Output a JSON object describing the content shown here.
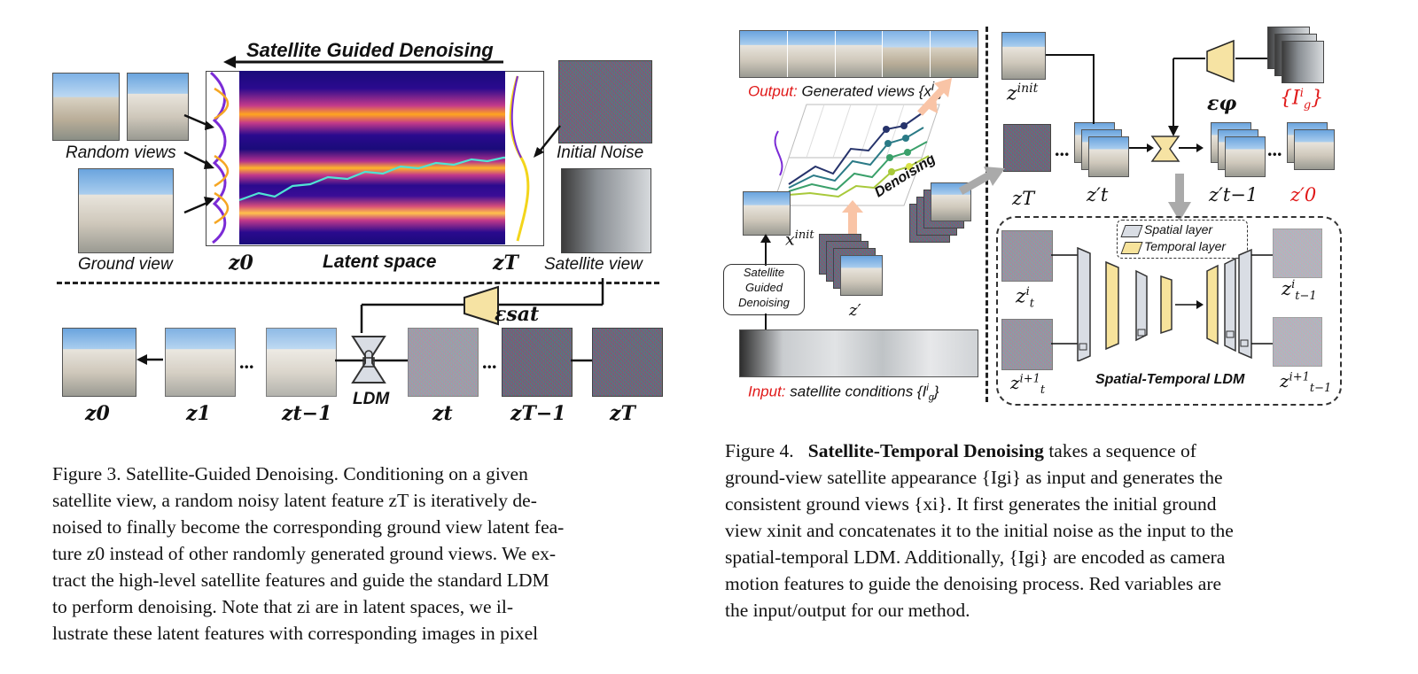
{
  "figure3": {
    "title": "Satellite Guided Denoising",
    "random_views_label": "Random views",
    "ground_view_label": "Ground view",
    "initial_noise_label": "Initial Noise",
    "satellite_view_label": "Satellite view",
    "latent_space_label": "Latent space",
    "z0_label": "z0",
    "zT_label": "zT",
    "encoder_label": "εsat",
    "ldm_label": "LDM",
    "ellipsis": "...",
    "chain_labels": [
      "z0",
      "z1",
      "zt−1",
      "zt",
      "zT−1",
      "zT"
    ],
    "caption_lines": [
      "Figure 3. Satellite-Guided Denoising. Conditioning on a given",
      "satellite view, a random noisy latent feature zT is iteratively de-",
      "noised to finally become the corresponding ground view latent fea-",
      "ture z0 instead of other randomly generated ground views. We ex-",
      "tract the high-level satellite features and guide the standard LDM",
      "to perform denoising.  Note that zi are in latent spaces, we il-",
      "lustrate these latent features with corresponding images in pixel"
    ]
  },
  "figure4": {
    "output_label": "Output:",
    "output_text": "Generated views {x",
    "output_sup": "i",
    "output_close": " }",
    "input_label": "Input:",
    "input_text": "satellite conditions {I",
    "input_sub": "g",
    "input_sup": "i",
    "input_close": "}",
    "x_init_label": "x",
    "x_init_sup": "init",
    "sgd_box": "Satellite Guided Denoising",
    "z_prime_label": "z′",
    "denoising_label": "Denoising",
    "z_init_label": "z",
    "z_init_sup": "init",
    "zT_label": "zT",
    "zt_prime_label": "z′t",
    "zt1_prime_label": "z′t−1",
    "z0_prime_label": "z′0",
    "encoder_label": "εφ",
    "cond_label": "{I",
    "cond_sub": "g",
    "cond_sup": "i",
    "cond_close": "}",
    "legend_spatial": "Spatial layer",
    "legend_temporal": "Temporal layer",
    "zti_label": "z",
    "zti_sub": "t",
    "zti_sup": "i",
    "zti1_sup": "i+1",
    "out_i_label": "z",
    "out_sub": "t−1",
    "out_sup_i": "i",
    "out_sup_i1": "i+1",
    "st_ldm_label": "Spatial-Temporal LDM",
    "caption_fig": "Figure 4.",
    "caption_bold": "Satellite-Temporal Denoising",
    "caption_lines": [
      "takes a sequence of",
      "ground-view satellite appearance {Igi} as input and generates the",
      "consistent ground views {xi}. It first generates the initial ground",
      "view xinit and concatenates it to the initial noise as the input to the",
      "spatial-temporal LDM. Additionally, {Igi} are encoded as camera",
      "motion features to guide the denoising process. Red variables are",
      "the input/output for our method."
    ]
  },
  "colors": {
    "red_accent": "#e01818",
    "encoder_fill": "#f6e3a3",
    "spatial_fill": "#d9dde4",
    "temporal_fill": "#f7e39b",
    "trajectory": "#4fe3d4"
  }
}
